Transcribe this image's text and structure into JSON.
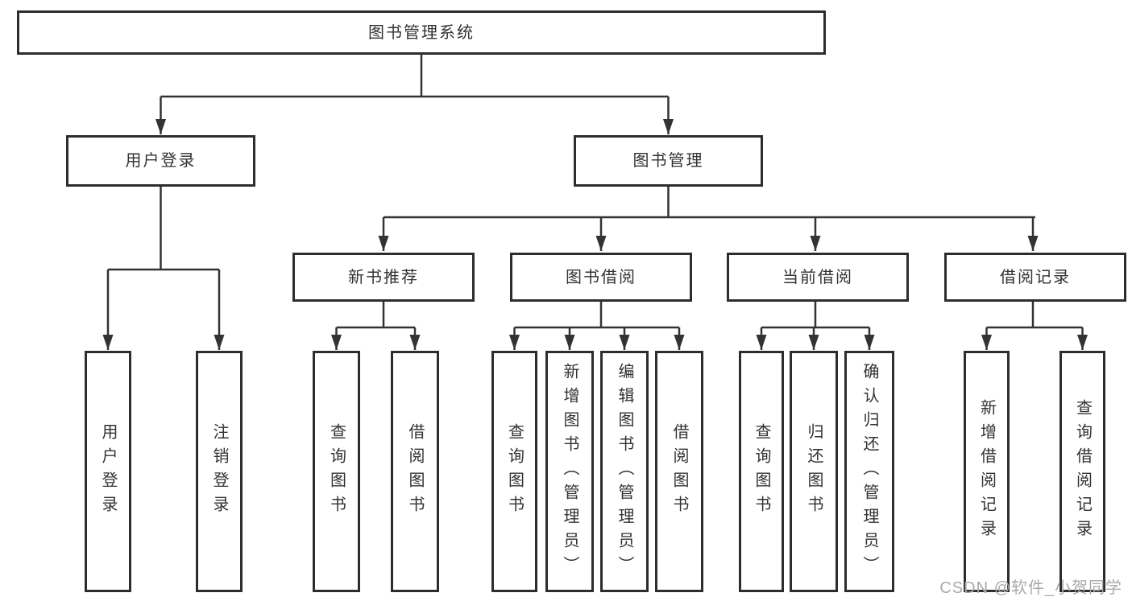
{
  "diagram_title": "图书管理系统",
  "colors": {
    "line": "#333333",
    "box_border": "#2d2d2d",
    "box_background": "#ffffff",
    "text": "#323232",
    "watermark_text_color": "#a9a9a9"
  },
  "watermark": {
    "text": "CSDN @软件_小贺同学"
  },
  "nodes": [
    {
      "id": "root",
      "label": "图书管理系统",
      "parent": null,
      "level": 0
    },
    {
      "id": "user-login",
      "label": "用户登录",
      "parent": "root",
      "level": 1
    },
    {
      "id": "book-management",
      "label": "图书管理",
      "parent": "root",
      "level": 1
    },
    {
      "id": "new-book-recommend",
      "label": "新书推荐",
      "parent": "book-management",
      "level": 2
    },
    {
      "id": "book-borrowing",
      "label": "图书借阅",
      "parent": "book-management",
      "level": 2
    },
    {
      "id": "current-borrowing",
      "label": "当前借阅",
      "parent": "book-management",
      "level": 2
    },
    {
      "id": "borrowing-records",
      "label": "借阅记录",
      "parent": "book-management",
      "level": 2
    },
    {
      "id": "login",
      "label": "用户登录",
      "parent": "user-login",
      "level": 3
    },
    {
      "id": "logout",
      "label": "注销登录",
      "parent": "user-login",
      "level": 3
    },
    {
      "id": "query-book-a",
      "label": "查询图书",
      "parent": "new-book-recommend",
      "level": 3
    },
    {
      "id": "borrow-book-a",
      "label": "借阅图书",
      "parent": "new-book-recommend",
      "level": 3
    },
    {
      "id": "query-book-b",
      "label": "查询图书",
      "parent": "book-borrowing",
      "level": 3
    },
    {
      "id": "add-book-admin",
      "label": "新增图书（管理员）",
      "parent": "book-borrowing",
      "level": 3
    },
    {
      "id": "edit-book-admin",
      "label": "编辑图书（管理员）",
      "parent": "book-borrowing",
      "level": 3
    },
    {
      "id": "borrow-book-b",
      "label": "借阅图书",
      "parent": "book-borrowing",
      "level": 3
    },
    {
      "id": "query-book-c",
      "label": "查询图书",
      "parent": "current-borrowing",
      "level": 3
    },
    {
      "id": "return-book",
      "label": "归还图书",
      "parent": "current-borrowing",
      "level": 3
    },
    {
      "id": "confirm-return-admin",
      "label": "确认归还（管理员）",
      "parent": "current-borrowing",
      "level": 3
    },
    {
      "id": "add-borrow-record",
      "label": "新增借阅记录",
      "parent": "borrowing-records",
      "level": 3
    },
    {
      "id": "query-borrow-record",
      "label": "查询借阅记录",
      "parent": "borrowing-records",
      "level": 3
    }
  ]
}
